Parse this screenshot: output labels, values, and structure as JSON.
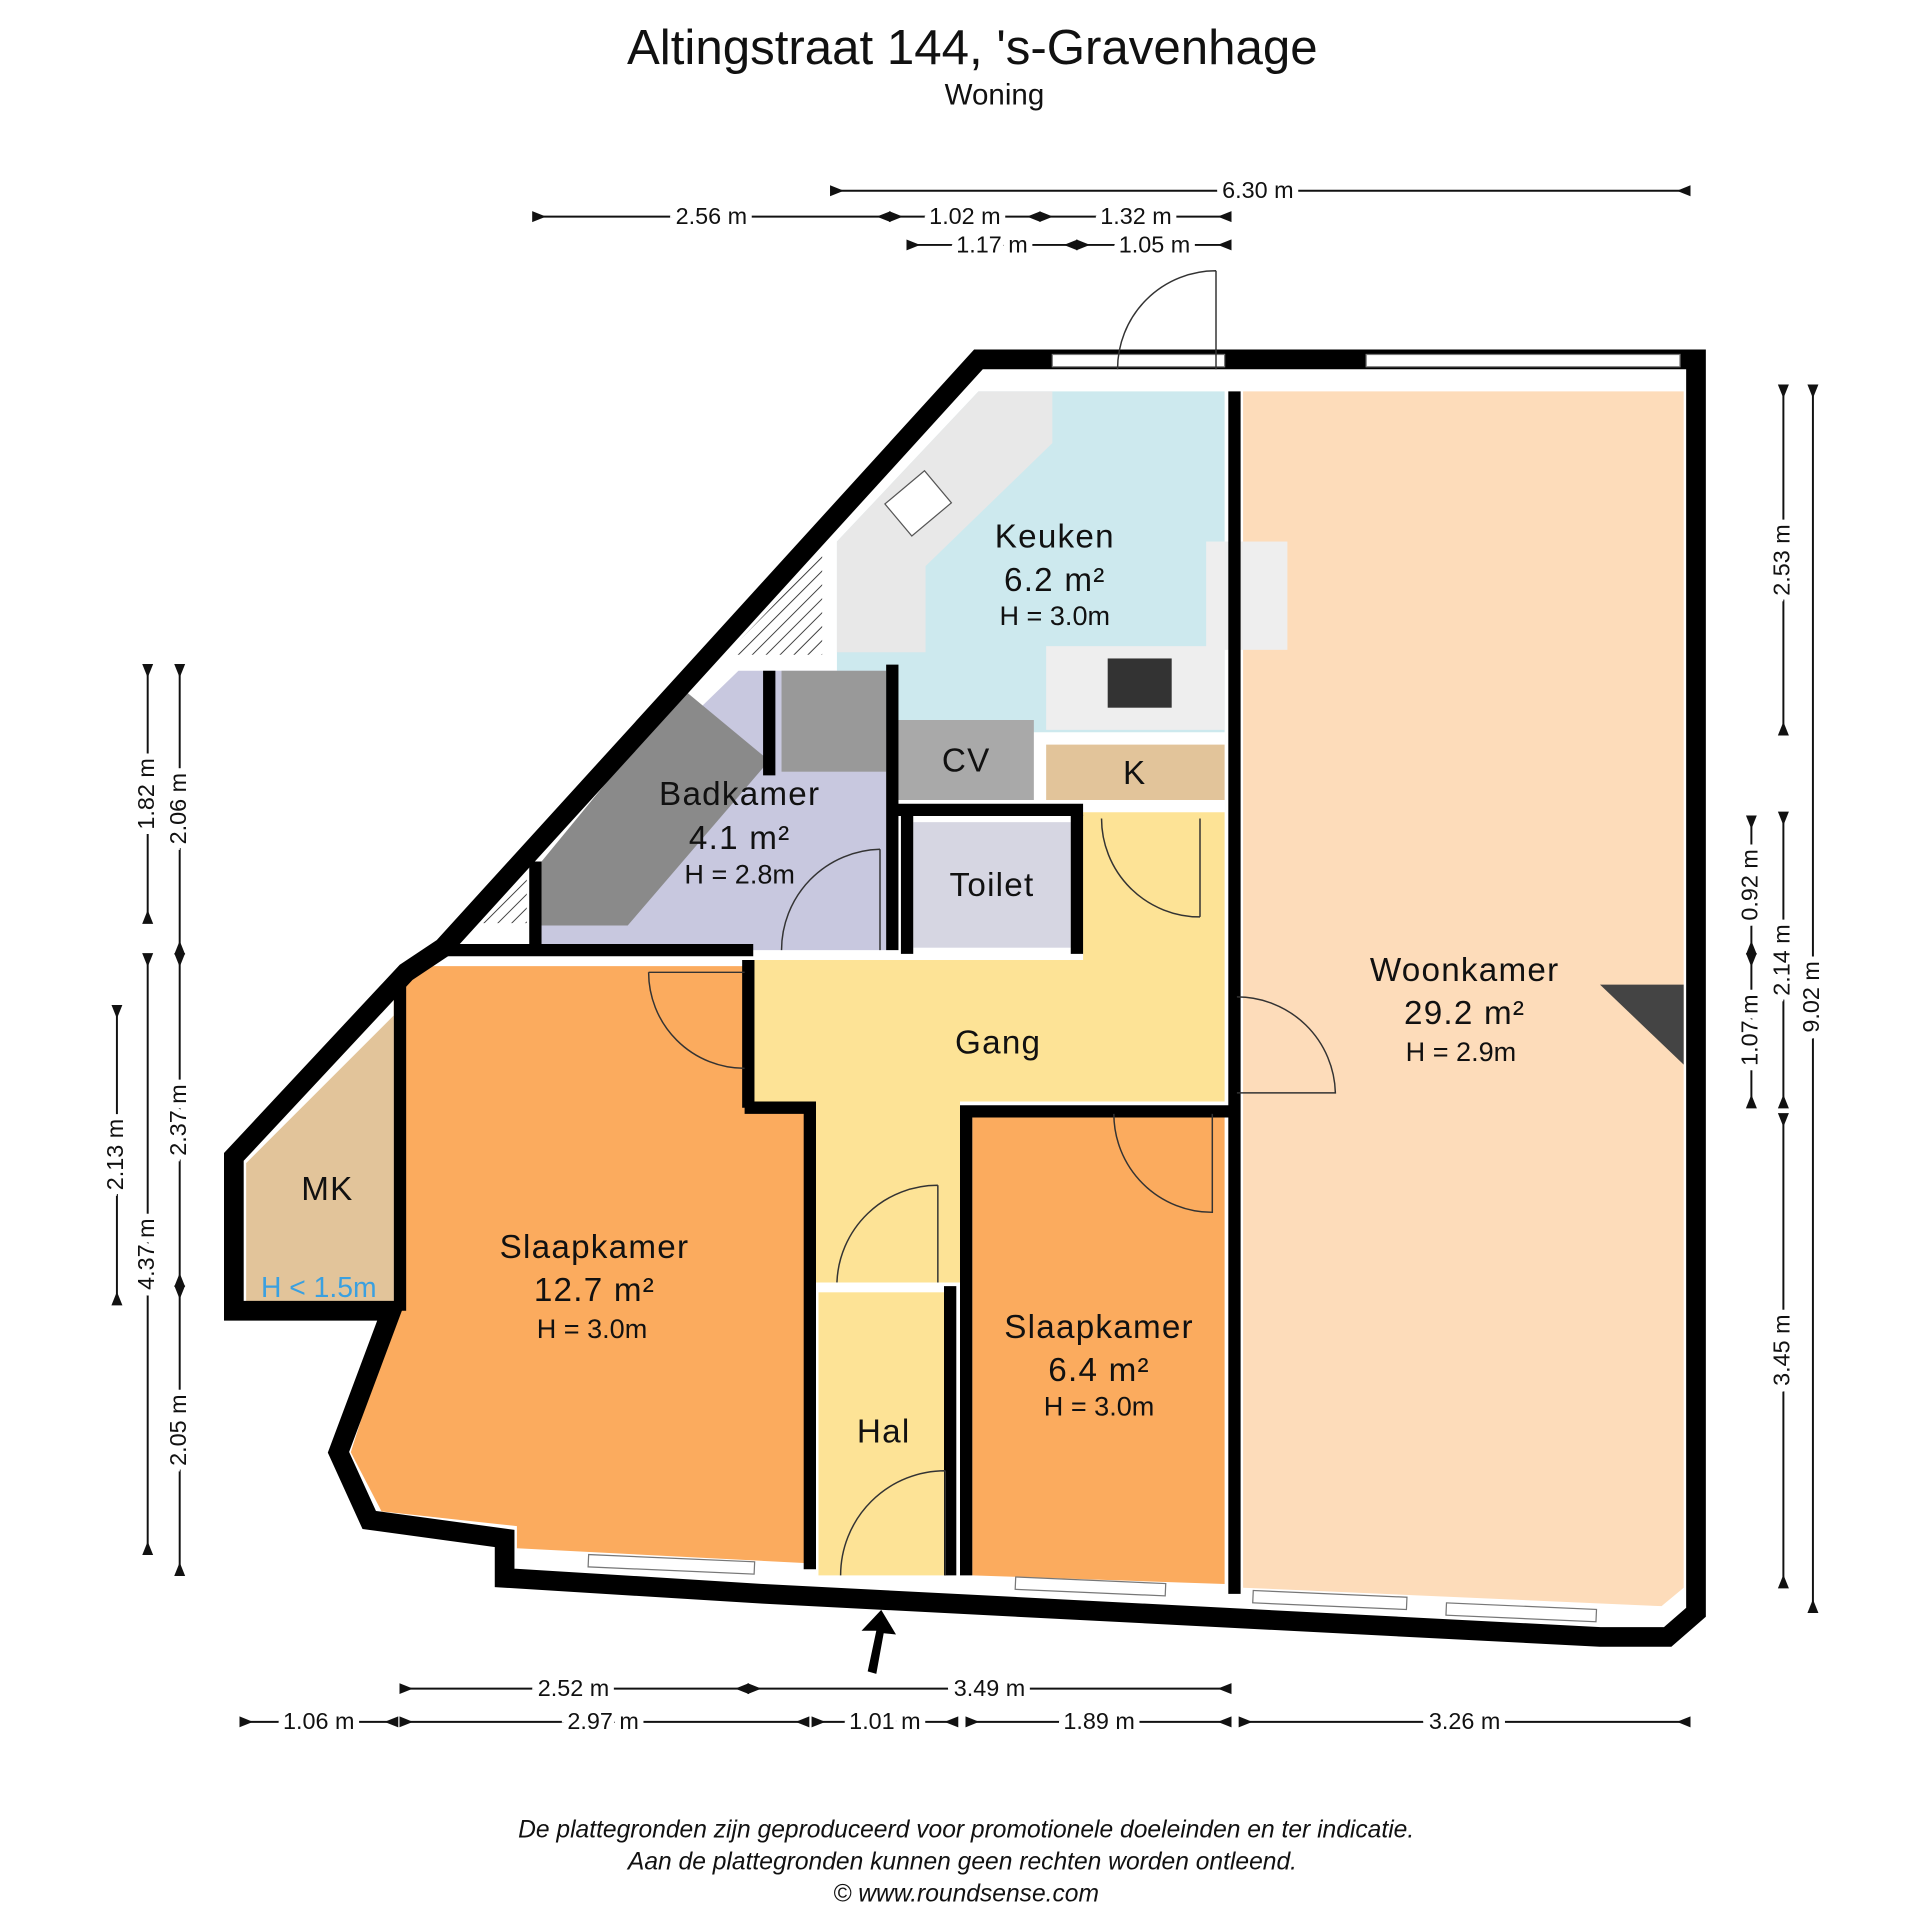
{
  "header": {
    "title": "Altingstraat 144, 's-Gravenhage",
    "subtitle": "Woning"
  },
  "rooms": {
    "keuken": {
      "name": "Keuken",
      "area": "6.2 m²",
      "height": "H = 3.0m"
    },
    "woonkamer": {
      "name": "Woonkamer",
      "area": "29.2 m²",
      "height": "H = 2.9m"
    },
    "badkamer": {
      "name": "Badkamer",
      "area": "4.1 m²",
      "height": "H = 2.8m"
    },
    "slaapkamer1": {
      "name": "Slaapkamer",
      "area": "12.7 m²",
      "height": "H = 3.0m"
    },
    "slaapkamer2": {
      "name": "Slaapkamer",
      "area": "6.4 m²",
      "height": "H = 3.0m"
    },
    "cv": {
      "name": "CV"
    },
    "k": {
      "name": "K"
    },
    "toilet": {
      "name": "Toilet"
    },
    "gang": {
      "name": "Gang"
    },
    "hal": {
      "name": "Hal"
    },
    "mk": {
      "name": "MK",
      "note": "H < 1.5m"
    }
  },
  "dimensions": {
    "top": [
      "6.30 m",
      "2.56 m",
      "1.02 m",
      "1.32 m",
      "1.17 m",
      "1.05 m"
    ],
    "bottom": [
      "2.52 m",
      "3.49 m",
      "1.06 m",
      "2.97 m",
      "1.01 m",
      "1.89 m",
      "3.26 m"
    ],
    "left": [
      "1.82 m",
      "4.37 m",
      "2.06 m",
      "2.37 m",
      "2.05 m",
      "2.13 m"
    ],
    "right": [
      "2.53 m",
      "2.14 m",
      "3.45 m",
      "0.92 m",
      "1.07 m",
      "9.02 m"
    ]
  },
  "colors": {
    "keuken": "#cde9ee",
    "woonkamer": "#fddcba",
    "slaapkamer": "#fbab5e",
    "gang": "#fde396",
    "badkamer": "#c8c8df",
    "berging": "#e2c49a"
  },
  "disclaimer": [
    "De plattegronden zijn geproduceerd voor promotionele doeleinden en ter indicatie.",
    "Aan de plattegronden kunnen geen rechten worden ontleend.",
    "© www.roundsense.com"
  ]
}
